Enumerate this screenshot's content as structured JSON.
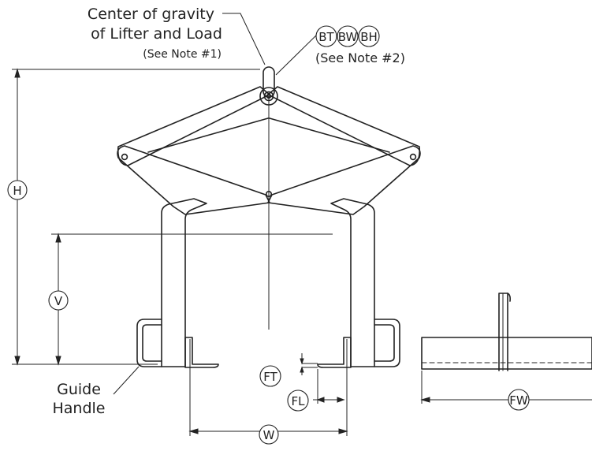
{
  "callouts": {
    "cog_line1": "Center of gravity",
    "cog_line2": "of Lifter and Load",
    "note1": "(See Note #1)",
    "note2": "(See Note #2)",
    "guide_line1": "Guide",
    "guide_line2": "Handle"
  },
  "dimensions": {
    "h": "H",
    "v": "V",
    "ft": "FT",
    "fl": "FL",
    "w": "W",
    "fw": "FW",
    "bt": "BT",
    "bw": "BW",
    "bh": "BH"
  },
  "colors": {
    "line": "#222222",
    "background": "#ffffff"
  }
}
